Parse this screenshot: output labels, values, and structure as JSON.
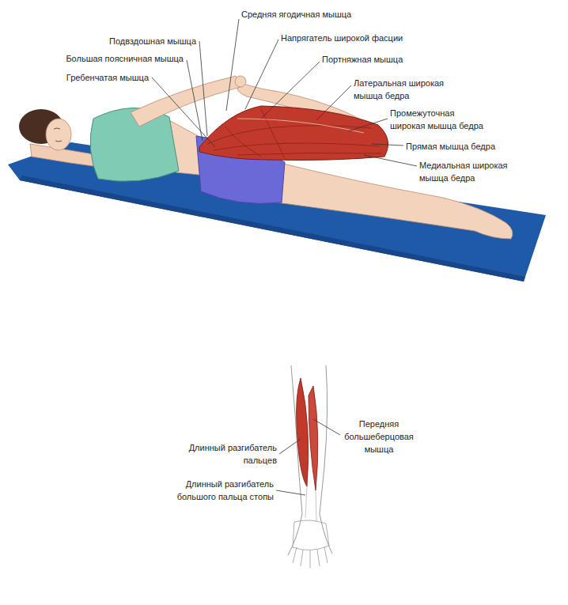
{
  "diagram": {
    "labels": [
      "Средняя ягодичная мышца",
      "Подвздошная мышца",
      "Напрягатель широкой фасции",
      "Большая поясничная мышца",
      "Портняжная мышца",
      "Гребенчатая мышца",
      "Латеральная широкая мышца бедра",
      "Промежуточная широкая мышца бедра",
      "Прямая мышца бедра",
      "Медиальная широкая мышца бедра",
      "Передняя большеберцовая мышца",
      "Длинный разгибатель пальцев",
      "Длинный разгибатель большого пальца стопы"
    ]
  }
}
